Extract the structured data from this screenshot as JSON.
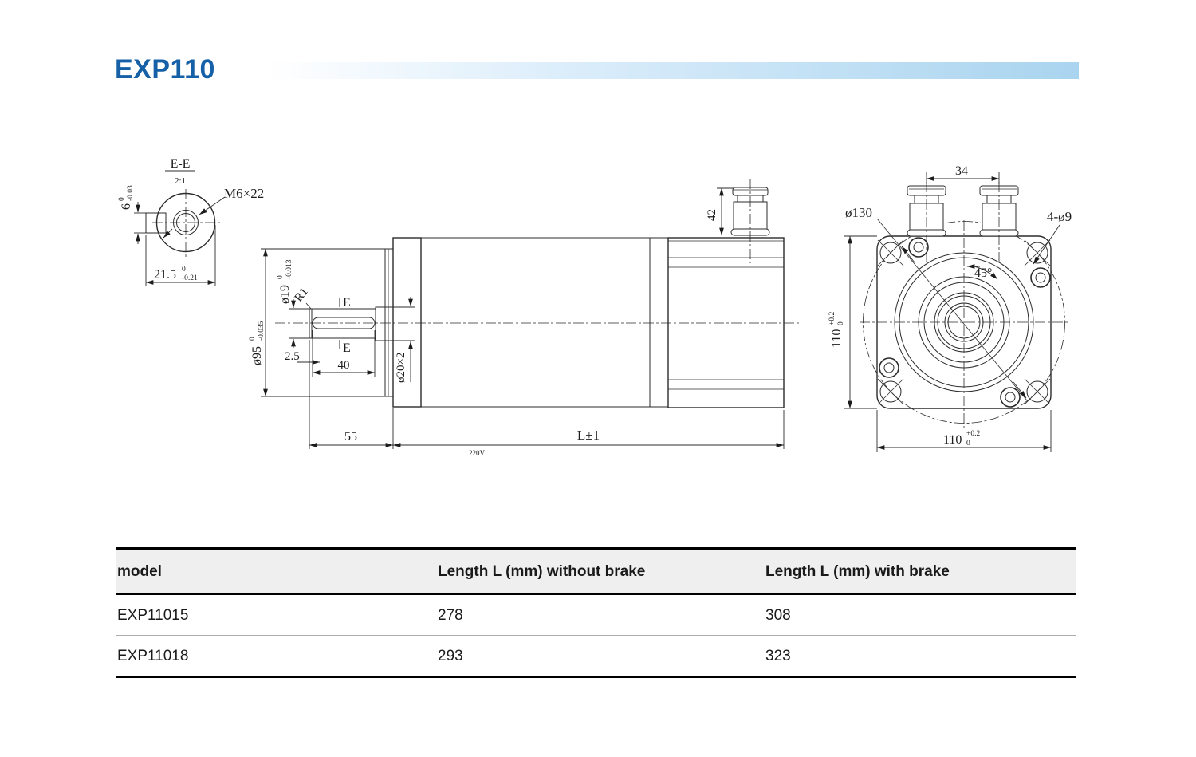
{
  "title": "EXP110",
  "drawing": {
    "section_view": {
      "label": "E-E",
      "scale": "2:1",
      "thread_label": "M6×22",
      "key_height": {
        "value": "6",
        "tol_upper": "0",
        "tol_lower": "-0.03"
      },
      "key_width": {
        "value": "21.5",
        "tol_upper": "0",
        "tol_lower": "-0.21"
      }
    },
    "side_view": {
      "flange_dia": {
        "value": "ø95",
        "tol_upper": "0",
        "tol_lower": "-0.035"
      },
      "shaft_dia": {
        "value": "ø19",
        "tol_upper": "0",
        "tol_lower": "-0.013"
      },
      "fillet": "R1",
      "section_marker": "E",
      "keyway_offset": "2.5",
      "keyway_length": "40",
      "shaft_step": "ø20×2",
      "shaft_length": "55",
      "connector_height": "42",
      "total_length": "L±1",
      "voltage_note": "220V"
    },
    "front_view": {
      "connector_spacing": "34",
      "bolt_circle_dia": "ø130",
      "mounting_holes": "4-ø9",
      "hole_angle": "45°",
      "flange_height": {
        "value": "110",
        "tol_upper": "+0.2",
        "tol_lower": "0"
      },
      "flange_width": {
        "value": "110",
        "tol_upper": "+0.2",
        "tol_lower": "0"
      }
    }
  },
  "table": {
    "headers": [
      "model",
      "Length L (mm) without brake",
      "Length L (mm) with brake"
    ],
    "rows": [
      {
        "model": "EXP11015",
        "without_brake": "278",
        "with_brake": "308"
      },
      {
        "model": "EXP11018",
        "without_brake": "293",
        "with_brake": "323"
      }
    ]
  },
  "colors": {
    "title_blue": "#1560a7",
    "accent_bar_blue": "#a9d4ef",
    "line": "#2b2b2b",
    "table_header_bg": "#efefef"
  }
}
